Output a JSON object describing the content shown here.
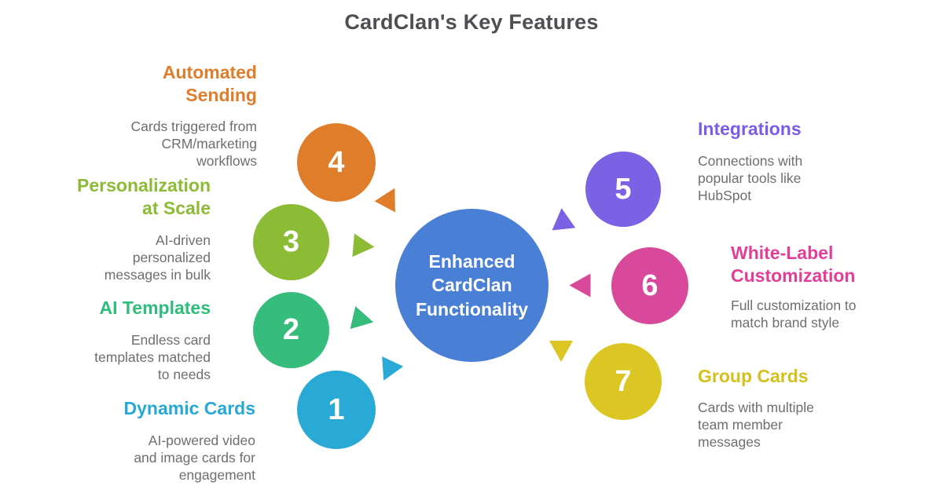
{
  "title": "CardClan's Key Features",
  "center": {
    "label": "Enhanced\nCardClan\nFunctionality",
    "color": "#4a7fd6"
  },
  "features": [
    {
      "number": "1",
      "name": "Dynamic Cards",
      "description": "AI-powered video\nand image cards for\nengagement",
      "color": "#29a9d6"
    },
    {
      "number": "2",
      "name": "AI Templates",
      "description": "Endless card\ntemplates matched\nto needs",
      "color": "#36bd7c"
    },
    {
      "number": "3",
      "name": "Personalization\nat Scale",
      "description": "AI-driven\npersonalized\nmessages in bulk",
      "color": "#8cbb35"
    },
    {
      "number": "4",
      "name": "Automated\nSending",
      "description": "Cards triggered from\nCRM/marketing\nworkflows",
      "color": "#e07d2b"
    },
    {
      "number": "5",
      "name": "Integrations",
      "description": "Connections with\npopular tools like\nHubSpot",
      "color": "#7b61e3"
    },
    {
      "number": "6",
      "name": "White-Label\nCustomization",
      "description": "Full customization to\nmatch brand style",
      "color": "#d8489b"
    },
    {
      "number": "7",
      "name": "Group Cards",
      "description": "Cards with multiple\nteam member\nmessages",
      "color": "#dcc623"
    }
  ]
}
